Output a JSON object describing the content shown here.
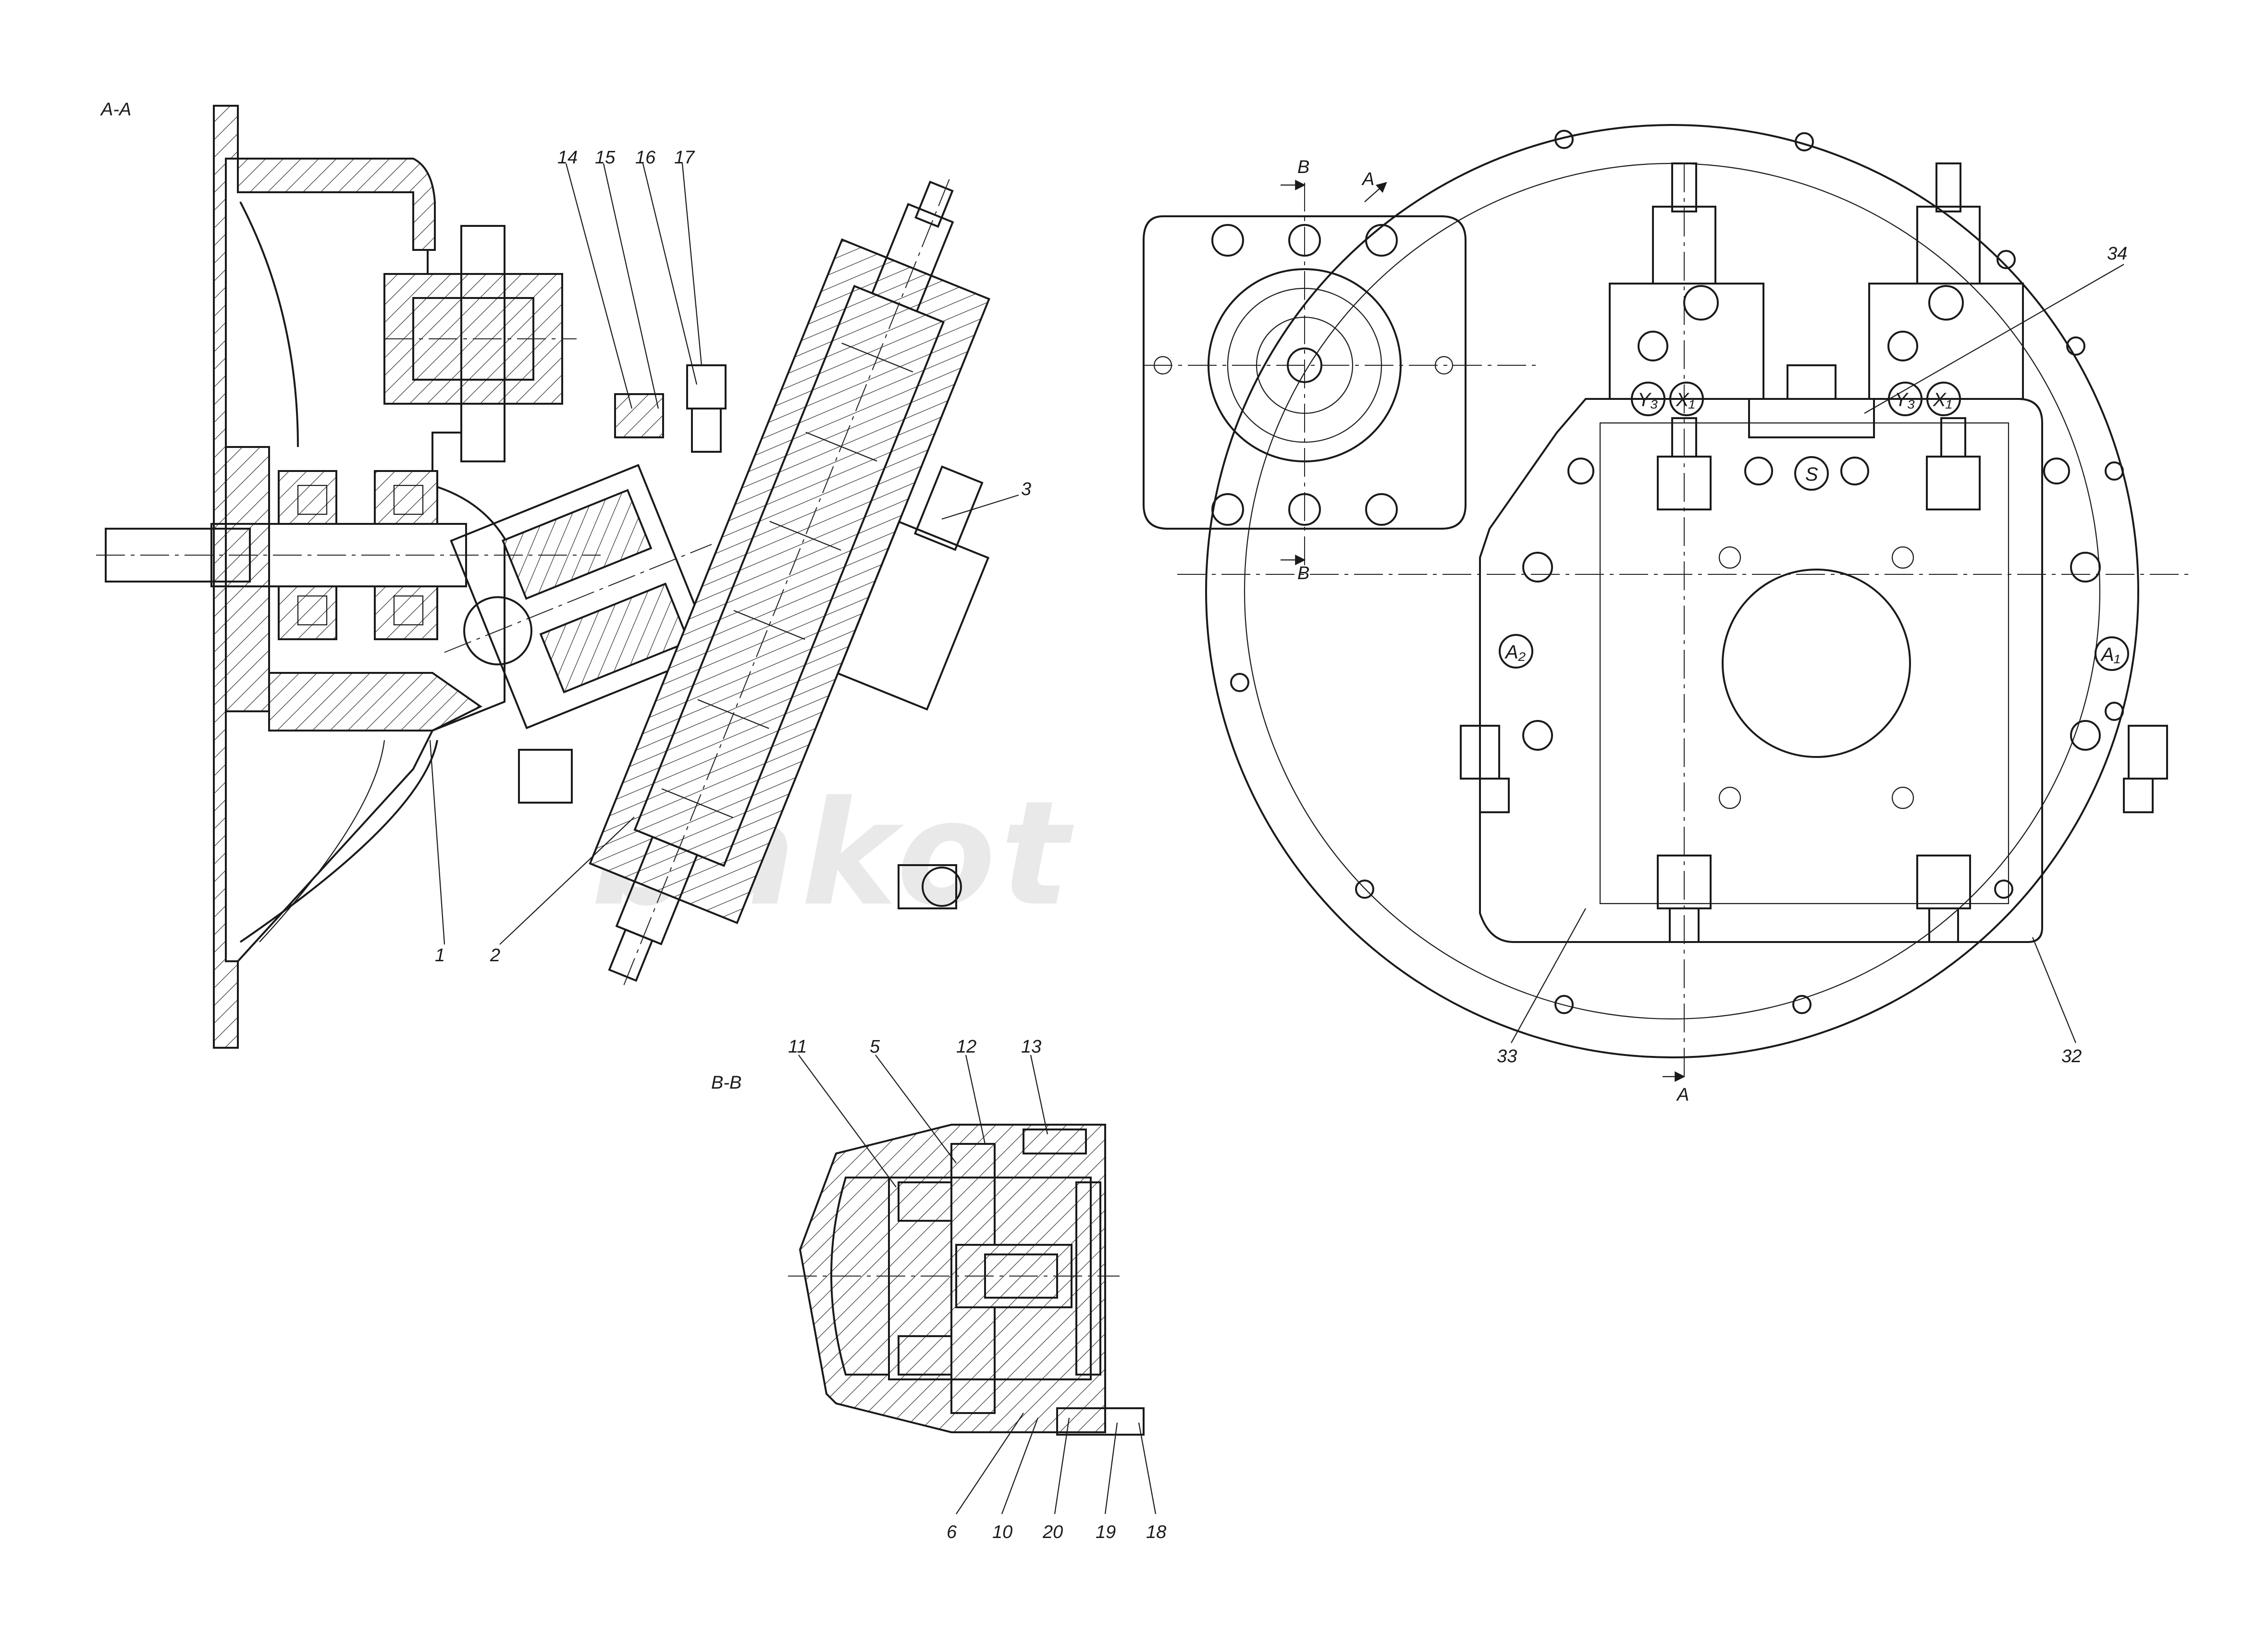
{
  "watermark": "bakot",
  "sections": {
    "aa": "A-A",
    "bb": "B-B"
  },
  "cut_markers": {
    "a_top": "A",
    "a_bottom": "A",
    "b_top": "B",
    "b_bottom": "B"
  },
  "part_numbers": {
    "p1": "1",
    "p2": "2",
    "p3": "3",
    "p5": "5",
    "p6": "6",
    "p10": "10",
    "p11": "11",
    "p12": "12",
    "p13": "13",
    "p14": "14",
    "p15": "15",
    "p16": "16",
    "p17": "17",
    "p18": "18",
    "p19": "19",
    "p20": "20",
    "p32": "32",
    "p33": "33",
    "p34": "34"
  },
  "port_labels": {
    "y3_left": "Y₃",
    "x1_left": "X₁",
    "y3_right": "Y₃",
    "x1_right": "X₁",
    "s": "S",
    "a1": "A₁",
    "a2": "A₂"
  },
  "colors": {
    "line": "#1a1a1a",
    "background": "#ffffff",
    "watermark": "#e9e9e9"
  }
}
